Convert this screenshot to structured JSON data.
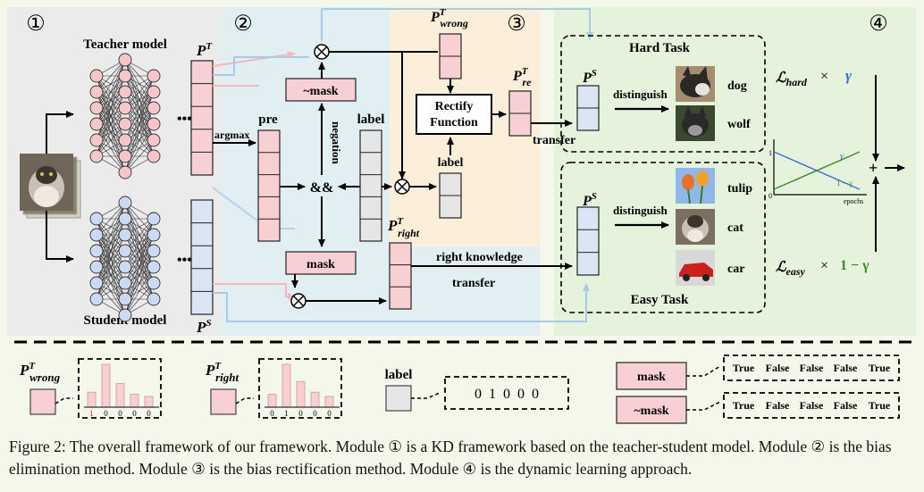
{
  "modules": {
    "m1": "①",
    "m2": "②",
    "m3": "③",
    "m4": "④"
  },
  "module1": {
    "teacher_label": "Teacher model",
    "student_label": "Student model",
    "ellipsis": "•••",
    "pt_main": "P",
    "pt_sup": "T",
    "ps_main": "P",
    "ps_sup": "S"
  },
  "module2": {
    "argmax": "argmax",
    "pre": "pre",
    "label": "label",
    "not_mask": "~mask",
    "mask": "mask",
    "negation": "negation",
    "and_op": "&&",
    "otimes": "⊗",
    "pright_main": "P",
    "pright_sup": "T",
    "pright_sub": "right",
    "right_knowledge": "right knowledge",
    "transfer": "transfer"
  },
  "module3": {
    "pwrong_main": "P",
    "pwrong_sup": "T",
    "pwrong_sub": "wrong",
    "rectify_line1": "Rectify",
    "rectify_line2": "Function",
    "label": "label",
    "pre_main": "P",
    "pre_sup": "T",
    "pre_sub": "re",
    "transfer": "transfer"
  },
  "module4": {
    "hard_title": "Hard Task",
    "easy_title": "Easy Task",
    "ps_main": "P",
    "ps_sup": "S",
    "distinguish": "distinguish",
    "hard_classes": [
      "dog",
      "wolf"
    ],
    "easy_classes": [
      "tulip",
      "cat",
      "car"
    ],
    "loss_hard": "ℒ",
    "loss_hard_sub": "hard",
    "loss_easy": "ℒ",
    "loss_easy_sub": "easy",
    "times": "×",
    "gamma": "γ",
    "one_minus_gamma": "1 − γ",
    "plus": "+",
    "graph_one": "1",
    "graph_zero": "0",
    "graph_epochs": "epochs",
    "graph_gamma": "γ",
    "graph_one_minus_gamma": "1 − γ"
  },
  "legend": {
    "pwrong_main": "P",
    "pwrong_sup": "T",
    "pwrong_sub": "wrong",
    "pwrong_ticks": [
      "1",
      "0",
      "0",
      "0",
      "0"
    ],
    "pwrong_bars": [
      0.35,
      1.0,
      0.55,
      0.3,
      0.25
    ],
    "pright_main": "P",
    "pright_sup": "T",
    "pright_sub": "right",
    "pright_ticks": [
      "0",
      "1",
      "0",
      "0",
      "0"
    ],
    "pright_bars": [
      0.3,
      1.0,
      0.6,
      0.35,
      0.25
    ],
    "label": "label",
    "label_vector": "0  1  0  0  0",
    "mask": "mask",
    "not_mask": "~mask",
    "mask_values": [
      "True",
      "False",
      "False",
      "False",
      "True"
    ],
    "not_mask_values": [
      "True",
      "False",
      "False",
      "False",
      "True"
    ]
  },
  "colors": {
    "pink_fill": "#f8d0d4",
    "blue_fill": "#dbe6f5",
    "gray_fill": "#e6e6e6",
    "red_node": "#f7c6c8",
    "blue_node": "#c9daf2",
    "panel_gray": "#ebebeb",
    "panel_blue": "#e1eff3",
    "panel_orange": "#fcefd9",
    "panel_green": "#e6f3dc",
    "gamma_blue": "#3b6fd6",
    "one_minus_green": "#3a8a2a"
  },
  "caption": "Figure 2: The overall framework of our framework. Module ① is a KD framework based on the teacher-student model. Module ② is the bias elimination method. Module ③ is the bias rectification method. Module ④ is the dynamic learning approach."
}
